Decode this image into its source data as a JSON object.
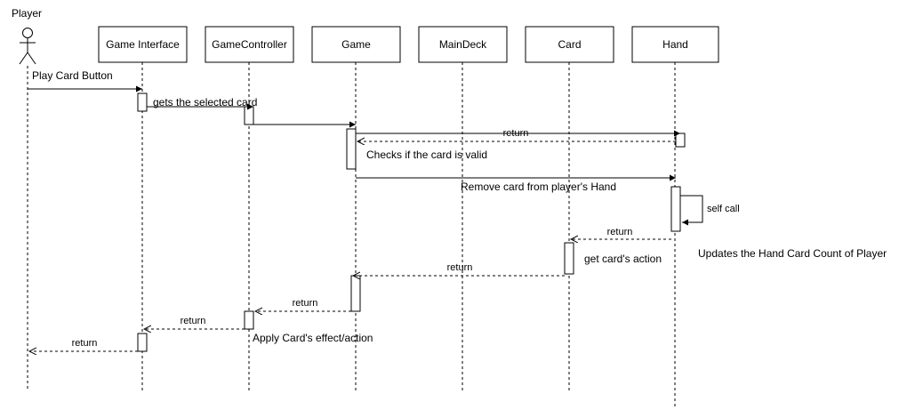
{
  "actor": {
    "name": "Player"
  },
  "participants": [
    {
      "key": "game-interface",
      "label": "Game Interface"
    },
    {
      "key": "game-controller",
      "label": "GameController"
    },
    {
      "key": "game",
      "label": "Game"
    },
    {
      "key": "main-deck",
      "label": "MainDeck"
    },
    {
      "key": "card",
      "label": "Card"
    },
    {
      "key": "hand",
      "label": "Hand"
    }
  ],
  "messages": {
    "play_card": "Play Card Button",
    "gets_selected": "gets the selected card",
    "return_hand": "return",
    "checks_valid": "Checks if the card is valid",
    "remove_card": "Remove card from player's Hand",
    "self_call": "self call",
    "return_card": "return",
    "updates_count": "Updates the Hand Card Count of Player",
    "return_game": "return",
    "get_action": "get card's action",
    "return_controller": "return",
    "return_interface": "return",
    "apply_effect": "Apply Card's effect/action",
    "return_player": "return"
  }
}
